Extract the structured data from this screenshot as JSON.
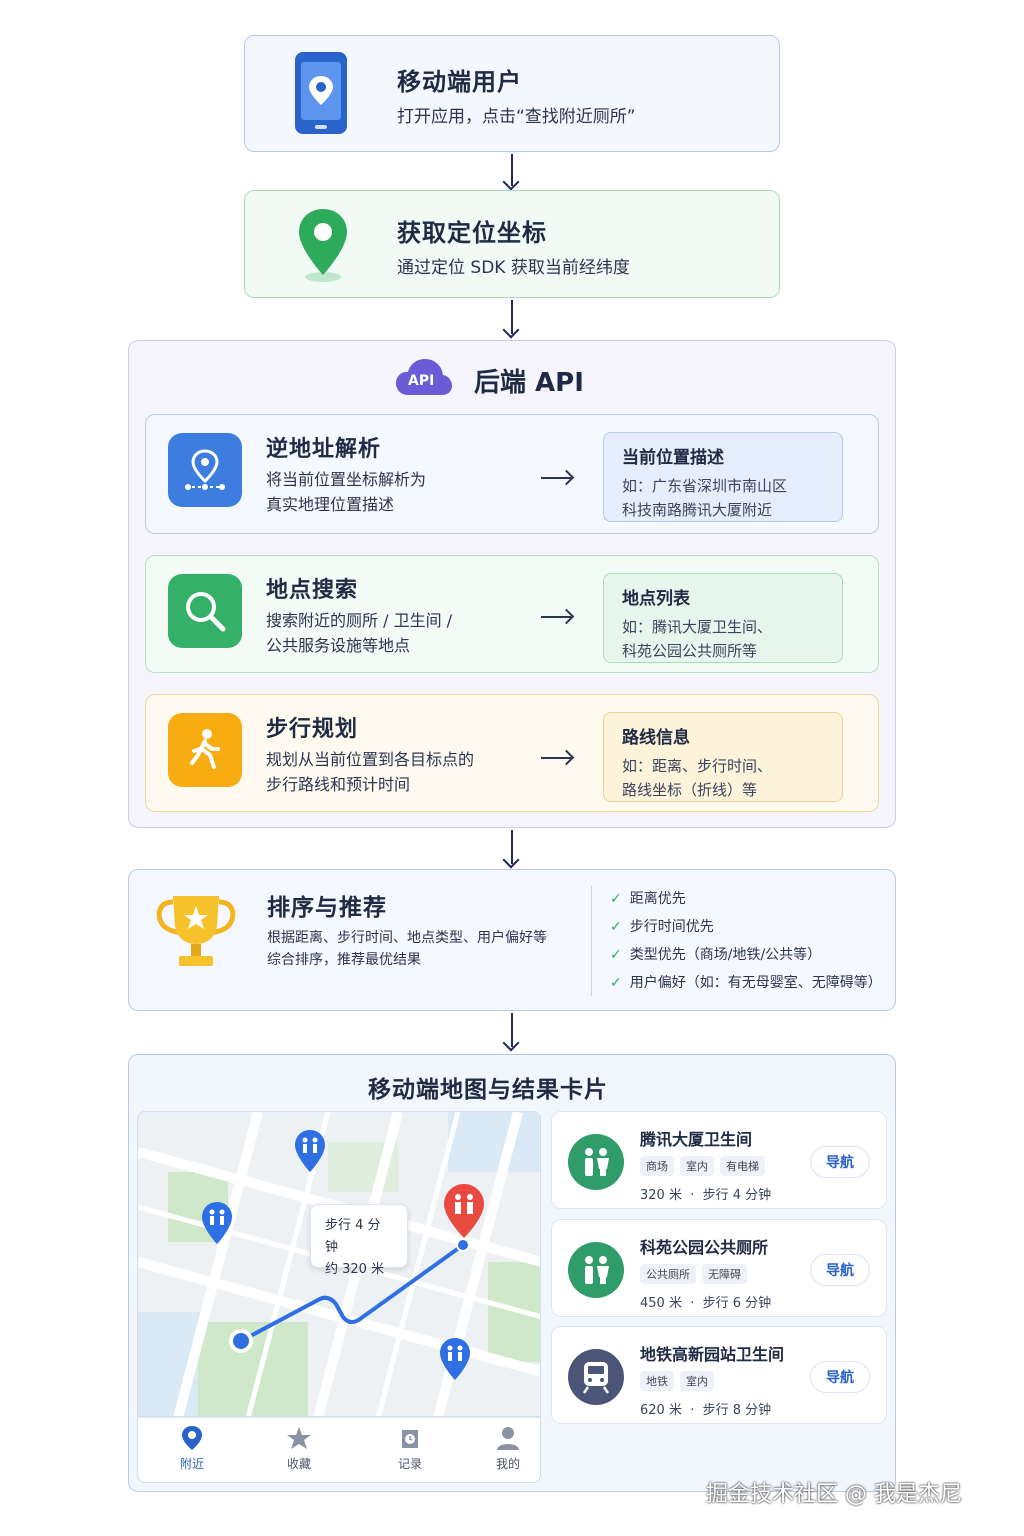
{
  "colors": {
    "navy": "#1f2a5a",
    "blue": "#2a63c9",
    "green": "#2eaa5b",
    "orange": "#f5a623",
    "purple": "#6b5bd6"
  },
  "step1": {
    "title": "移动端用户",
    "desc": "打开应用，点击“查找附近厕所”",
    "icon": "phone-location-icon"
  },
  "step2": {
    "title": "获取定位坐标",
    "desc": "通过定位 SDK 获取当前经纬度",
    "icon": "map-pin-icon"
  },
  "backend": {
    "title": "后端 API",
    "badge": "API",
    "modules": [
      {
        "title": "逆地址解析",
        "desc1": "将当前位置坐标解析为",
        "desc2": "真实地理位置描述",
        "out_title": "当前位置描述",
        "out_desc1": "如：广东省深圳市南山区",
        "out_desc2": "科技南路腾讯大厦附近",
        "icon": "reverse-geocode-icon"
      },
      {
        "title": "地点搜索",
        "desc1": "搜索附近的厕所 / 卫生间 /",
        "desc2": "公共服务设施等地点",
        "out_title": "地点列表",
        "out_desc1": "如：腾讯大厦卫生间、",
        "out_desc2": "科苑公园公共厕所等",
        "icon": "search-icon"
      },
      {
        "title": "步行规划",
        "desc1": "规划从当前位置到各目标点的",
        "desc2": "步行路线和预计时间",
        "out_title": "路线信息",
        "out_desc1": "如：距离、步行时间、",
        "out_desc2": "路线坐标（折线）等",
        "icon": "walking-icon"
      }
    ]
  },
  "ranking": {
    "title": "排序与推荐",
    "desc1": "根据距离、步行时间、地点类型、用户偏好等",
    "desc2": "综合排序，推荐最优结果",
    "icon": "trophy-icon",
    "criteria": [
      "距离优先",
      "步行时间优先",
      "类型优先（商场/地铁/公共等）",
      "用户偏好（如：有无母婴室、无障碍等）"
    ]
  },
  "results": {
    "title": "移动端地图与结果卡片",
    "bubble": {
      "line1": "步行 4 分钟",
      "line2": "约 320 米"
    },
    "cards": [
      {
        "name": "腾讯大厦卫生间",
        "tags": [
          "商场",
          "室内",
          "有电梯"
        ],
        "distance": "320 米",
        "time": "步行 4 分钟",
        "nav": "导航",
        "icon": "restroom-icon",
        "color": "#2f9c6a"
      },
      {
        "name": "科苑公园公共厕所",
        "tags": [
          "公共厕所",
          "无障碍"
        ],
        "distance": "450 米",
        "time": "步行 6 分钟",
        "nav": "导航",
        "icon": "restroom-icon",
        "color": "#2f9c6a"
      },
      {
        "name": "地铁高新园站卫生间",
        "tags": [
          "地铁",
          "室内"
        ],
        "distance": "620 米",
        "time": "步行 8 分钟",
        "nav": "导航",
        "icon": "metro-icon",
        "color": "#4a5578"
      }
    ],
    "tabs": [
      "附近",
      "收藏",
      "记录",
      "我的"
    ],
    "sep": "·"
  },
  "watermark": "掘金技术社区 @ 我是杰尼"
}
